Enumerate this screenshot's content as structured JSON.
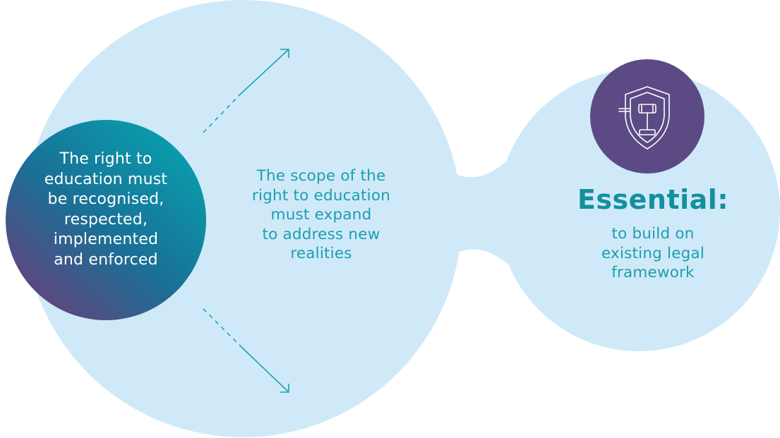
{
  "colors": {
    "bubble": "#cfe9f8",
    "inner_gradient": [
      "#0b99a8",
      "#5a4880"
    ],
    "arrow": "#1aa3b2",
    "badge": "#5b4a84",
    "title": "#12909f",
    "text": "#1a9fb0"
  },
  "inner_circle": {
    "lines": [
      "The right to",
      "education must",
      "be recognised,",
      "respected,",
      "implemented",
      "and enforced"
    ]
  },
  "scope": {
    "lines": [
      "The scope of the",
      "right to education",
      "must expand",
      "to address new",
      "realities"
    ]
  },
  "essential": {
    "title": "Essential:",
    "lines": [
      "to build on",
      "existing legal",
      "framework"
    ]
  },
  "icons": {
    "badge_icon": "shield-gavel-icon",
    "arrows": [
      "arrow-up-right-icon",
      "arrow-down-right-icon"
    ]
  }
}
